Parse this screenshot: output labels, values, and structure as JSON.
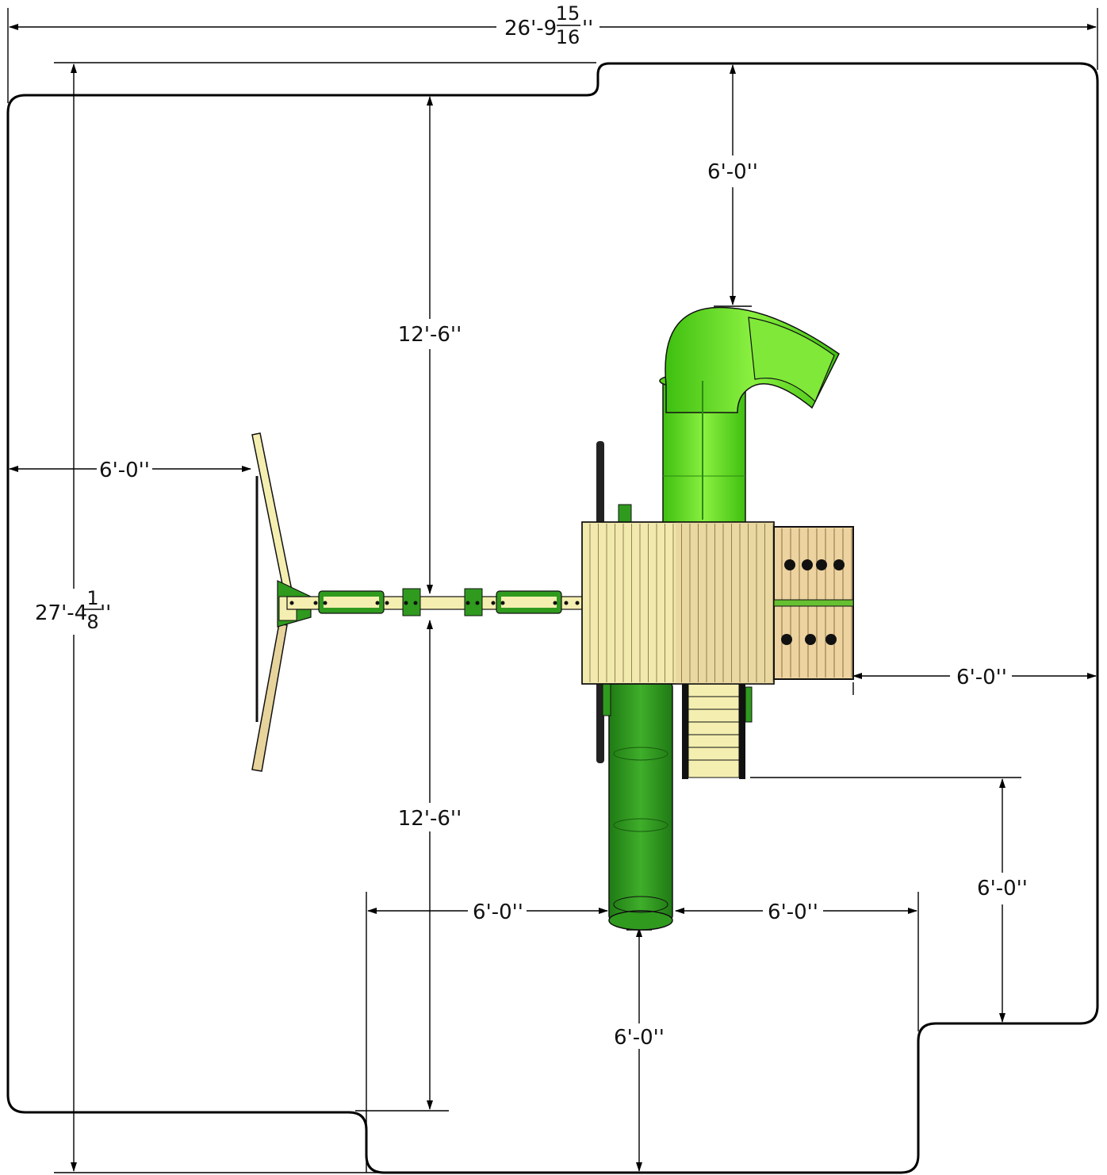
{
  "dimensions": {
    "overall_width": {
      "main": "26'-9",
      "num": "15",
      "den": "16",
      "suffix": "''"
    },
    "overall_depth": {
      "main": "27'-4",
      "num": "1",
      "den": "8",
      "suffix": "''"
    },
    "top_clearance": "6'-0''",
    "upper_half": "12'-6''",
    "lower_half": "12'-6''",
    "left_clearance": "6'-0''",
    "right_clearance": "6'-0''",
    "slide_left": "6'-0''",
    "slide_right": "6'-0''",
    "slide_bottom": "6'-0''",
    "ladder_clearance": "6'-0''"
  },
  "colors": {
    "bright_green": "#66e020",
    "dark_green": "#2f9a1e",
    "wood_light": "#f4efb0",
    "wood_tan": "#ecd9a2",
    "wood_dark": "#e2c98e",
    "outline": "#111111"
  }
}
